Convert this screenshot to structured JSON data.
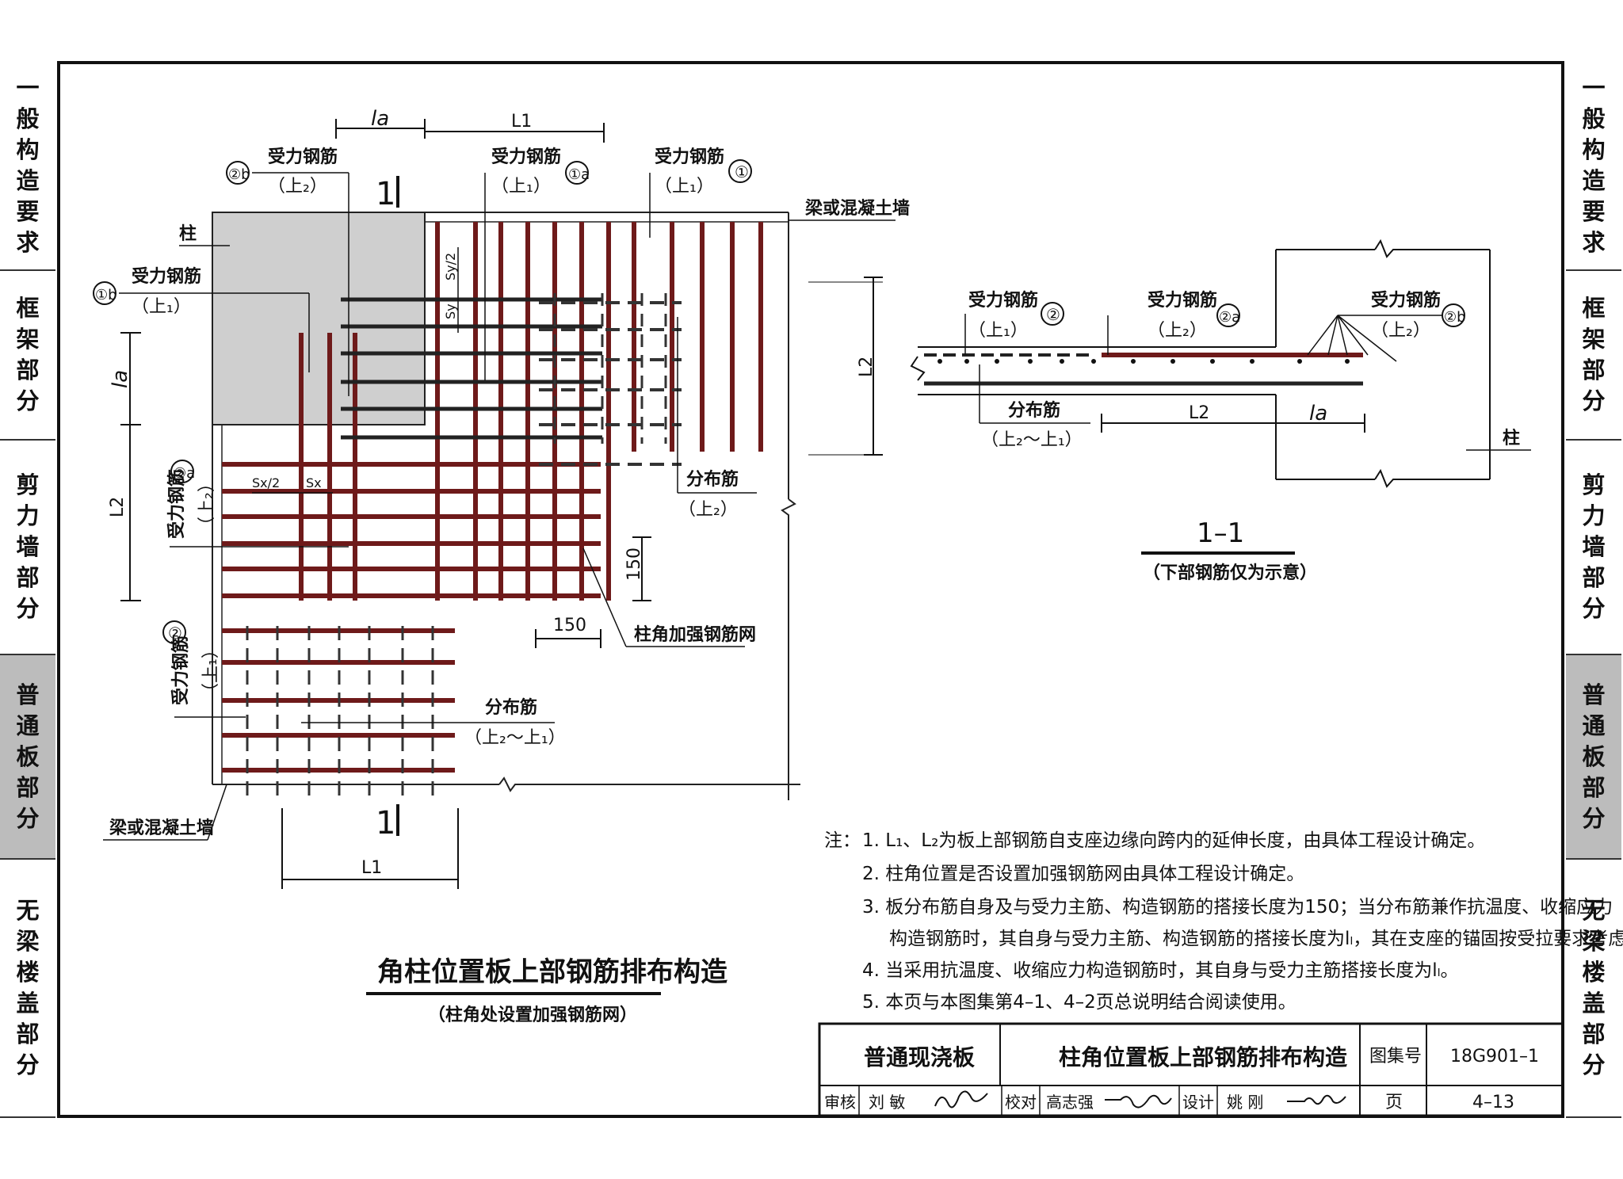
{
  "left_tabs": [
    {
      "label": "一般构造要求",
      "active": false
    },
    {
      "label": "框架部分",
      "active": false
    },
    {
      "label": "剪力墙部分",
      "active": false
    },
    {
      "label": "普通板部分",
      "active": true
    },
    {
      "label": "无梁楼盖部分",
      "active": false
    }
  ],
  "right_tabs": [
    {
      "label": "一般构造要求",
      "active": false
    },
    {
      "label": "框架部分",
      "active": false
    },
    {
      "label": "剪力墙部分",
      "active": false
    },
    {
      "label": "普通板部分",
      "active": true
    },
    {
      "label": "无梁楼盖部分",
      "active": false
    }
  ],
  "plan": {
    "title": "角柱位置板上部钢筋排布构造",
    "subtitle": "（柱角处设置加强钢筋网）",
    "labels": {
      "rebar": "受力钢筋",
      "up1": "（上₁）",
      "up2": "（上₂）",
      "mark_2b": "②b",
      "mark_1a": "①a",
      "mark_1": "①",
      "mark_1b": "①b",
      "mark_2a": "②a",
      "mark_2": "②",
      "column": "柱",
      "beam_wall": "梁或混凝土墙",
      "distribution": "分布筋",
      "distribution_range": "（上₂～上₁）",
      "column_mesh": "柱角加强钢筋网",
      "section_mark": "1",
      "la": "la",
      "L1": "L1",
      "L2": "L2",
      "sy2": "Sy/2",
      "sy": "Sy",
      "sx2": "Sx/2",
      "sx": "Sx",
      "dim150": "150"
    }
  },
  "section": {
    "title": "1–1",
    "subtitle": "（下部钢筋仅为示意）",
    "labels": {
      "rebar": "受力钢筋",
      "up1": "（上₁）",
      "up2": "（上₂）",
      "mark_2": "②",
      "mark_2a": "②a",
      "mark_2b": "②b",
      "distribution": "分布筋",
      "distribution_range": "（上₂～上₁）",
      "L2": "L2",
      "la": "la",
      "column": "柱"
    }
  },
  "notes": {
    "prefix": "注：",
    "items": [
      "1.  L₁、L₂为板上部钢筋自支座边缘向跨内的延伸长度，由具体工程设计确定。",
      "2.  柱角位置是否设置加强钢筋网由具体工程设计确定。",
      "3.  板分布筋自身及与受力主筋、构造钢筋的搭接长度为150；当分布筋兼作抗温度、收缩应力",
      "构造钢筋时，其自身与受力主筋、构造钢筋的搭接长度为lₗ，其在支座的锚固按受拉要求考虑。",
      "4.  当采用抗温度、收缩应力构造钢筋时，其自身与受力主筋搭接长度为lₗ。",
      "5.  本页与本图集第4–1、4–2页总说明结合阅读使用。"
    ]
  },
  "title_block": {
    "category": "普通现浇板",
    "drawing_title": "柱角位置板上部钢筋排布构造",
    "atlas_label": "图集号",
    "atlas_no": "18G901–1",
    "review_label": "审核",
    "reviewer": "刘  敏",
    "check_label": "校对",
    "checker": "高志强",
    "design_label": "设计",
    "designer": "姚  刚",
    "page_label": "页",
    "page_no": "4–13"
  },
  "colors": {
    "rebar": "#6e1a1a",
    "column_fill": "#cfcfcf",
    "active_tab": "#bcbcbc"
  }
}
